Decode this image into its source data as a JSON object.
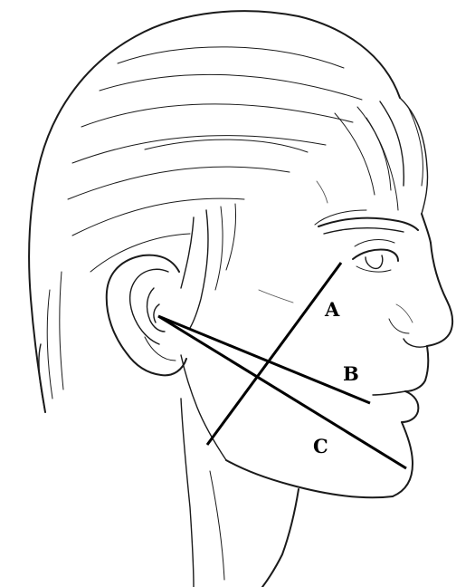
{
  "labels": {
    "a": "A",
    "b": "B",
    "c": "C"
  },
  "colors": {
    "ink": "#1a1a1a",
    "measure_line": "#000000",
    "background": "#ffffff"
  }
}
